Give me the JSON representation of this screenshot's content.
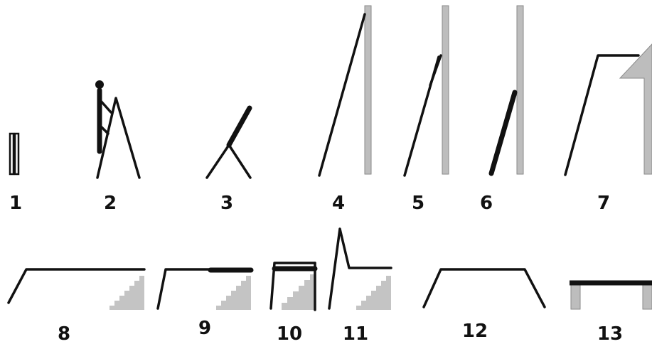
{
  "figure": {
    "labels": [
      "1",
      "2",
      "3",
      "4",
      "5",
      "6",
      "7",
      "8",
      "9",
      "10",
      "11",
      "12",
      "13"
    ]
  },
  "colors": {
    "line": "#111111",
    "wall": "#bdbdbd",
    "stair": "#c4c4c4",
    "background": "#ffffff"
  }
}
